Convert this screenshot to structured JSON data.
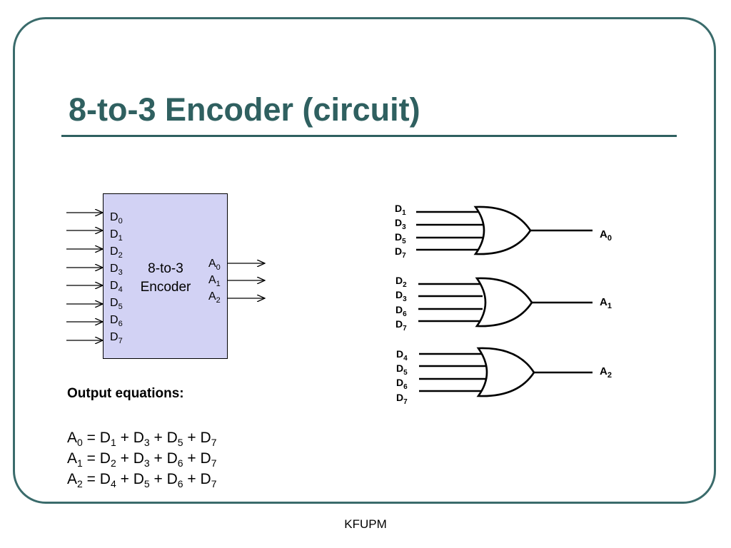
{
  "slide": {
    "title": "8-to-3 Encoder (circuit)",
    "footer": "KFUPM"
  },
  "encoder": {
    "name_line1": "8-to-3",
    "name_line2": "Encoder",
    "inputs": [
      {
        "letter": "D",
        "sub": "0"
      },
      {
        "letter": "D",
        "sub": "1"
      },
      {
        "letter": "D",
        "sub": "2"
      },
      {
        "letter": "D",
        "sub": "3"
      },
      {
        "letter": "D",
        "sub": "4"
      },
      {
        "letter": "D",
        "sub": "5"
      },
      {
        "letter": "D",
        "sub": "6"
      },
      {
        "letter": "D",
        "sub": "7"
      }
    ],
    "outputs": [
      {
        "letter": "A",
        "sub": "0"
      },
      {
        "letter": "A",
        "sub": "1"
      },
      {
        "letter": "A",
        "sub": "2"
      }
    ]
  },
  "gates": [
    {
      "inputs": [
        {
          "letter": "D",
          "sub": "1"
        },
        {
          "letter": "D",
          "sub": "3"
        },
        {
          "letter": "D",
          "sub": "5"
        },
        {
          "letter": "D",
          "sub": "7"
        }
      ],
      "output": {
        "letter": "A",
        "sub": "0"
      }
    },
    {
      "inputs": [
        {
          "letter": "D",
          "sub": "2"
        },
        {
          "letter": "D",
          "sub": "3"
        },
        {
          "letter": "D",
          "sub": "6"
        },
        {
          "letter": "D",
          "sub": "7"
        }
      ],
      "output": {
        "letter": "A",
        "sub": "1"
      }
    },
    {
      "inputs": [
        {
          "letter": "D",
          "sub": "4"
        },
        {
          "letter": "D",
          "sub": "5"
        },
        {
          "letter": "D",
          "sub": "6"
        },
        {
          "letter": "D",
          "sub": "7"
        }
      ],
      "output": {
        "letter": "A",
        "sub": "2"
      }
    }
  ],
  "equations": {
    "heading": "Output equations:",
    "lines": [
      {
        "out": {
          "letter": "A",
          "sub": "0"
        },
        "eq_sign": "=",
        "plus": "+",
        "terms": [
          {
            "letter": "D",
            "sub": "1"
          },
          {
            "letter": "D",
            "sub": "3"
          },
          {
            "letter": "D",
            "sub": "5"
          },
          {
            "letter": "D",
            "sub": "7"
          }
        ]
      },
      {
        "out": {
          "letter": "A",
          "sub": "1"
        },
        "eq_sign": "=",
        "plus": "+",
        "terms": [
          {
            "letter": "D",
            "sub": "2"
          },
          {
            "letter": "D",
            "sub": "3"
          },
          {
            "letter": "D",
            "sub": "6"
          },
          {
            "letter": "D",
            "sub": "7"
          }
        ]
      },
      {
        "out": {
          "letter": "A",
          "sub": "2"
        },
        "eq_sign": "=",
        "plus": "+",
        "terms": [
          {
            "letter": "D",
            "sub": "4"
          },
          {
            "letter": "D",
            "sub": "5"
          },
          {
            "letter": "D",
            "sub": "6"
          },
          {
            "letter": "D",
            "sub": "7"
          }
        ]
      }
    ]
  },
  "colors": {
    "frame": "#3a6b6b",
    "title": "#2f6060",
    "encoder_fill": "#d2d2f4"
  }
}
